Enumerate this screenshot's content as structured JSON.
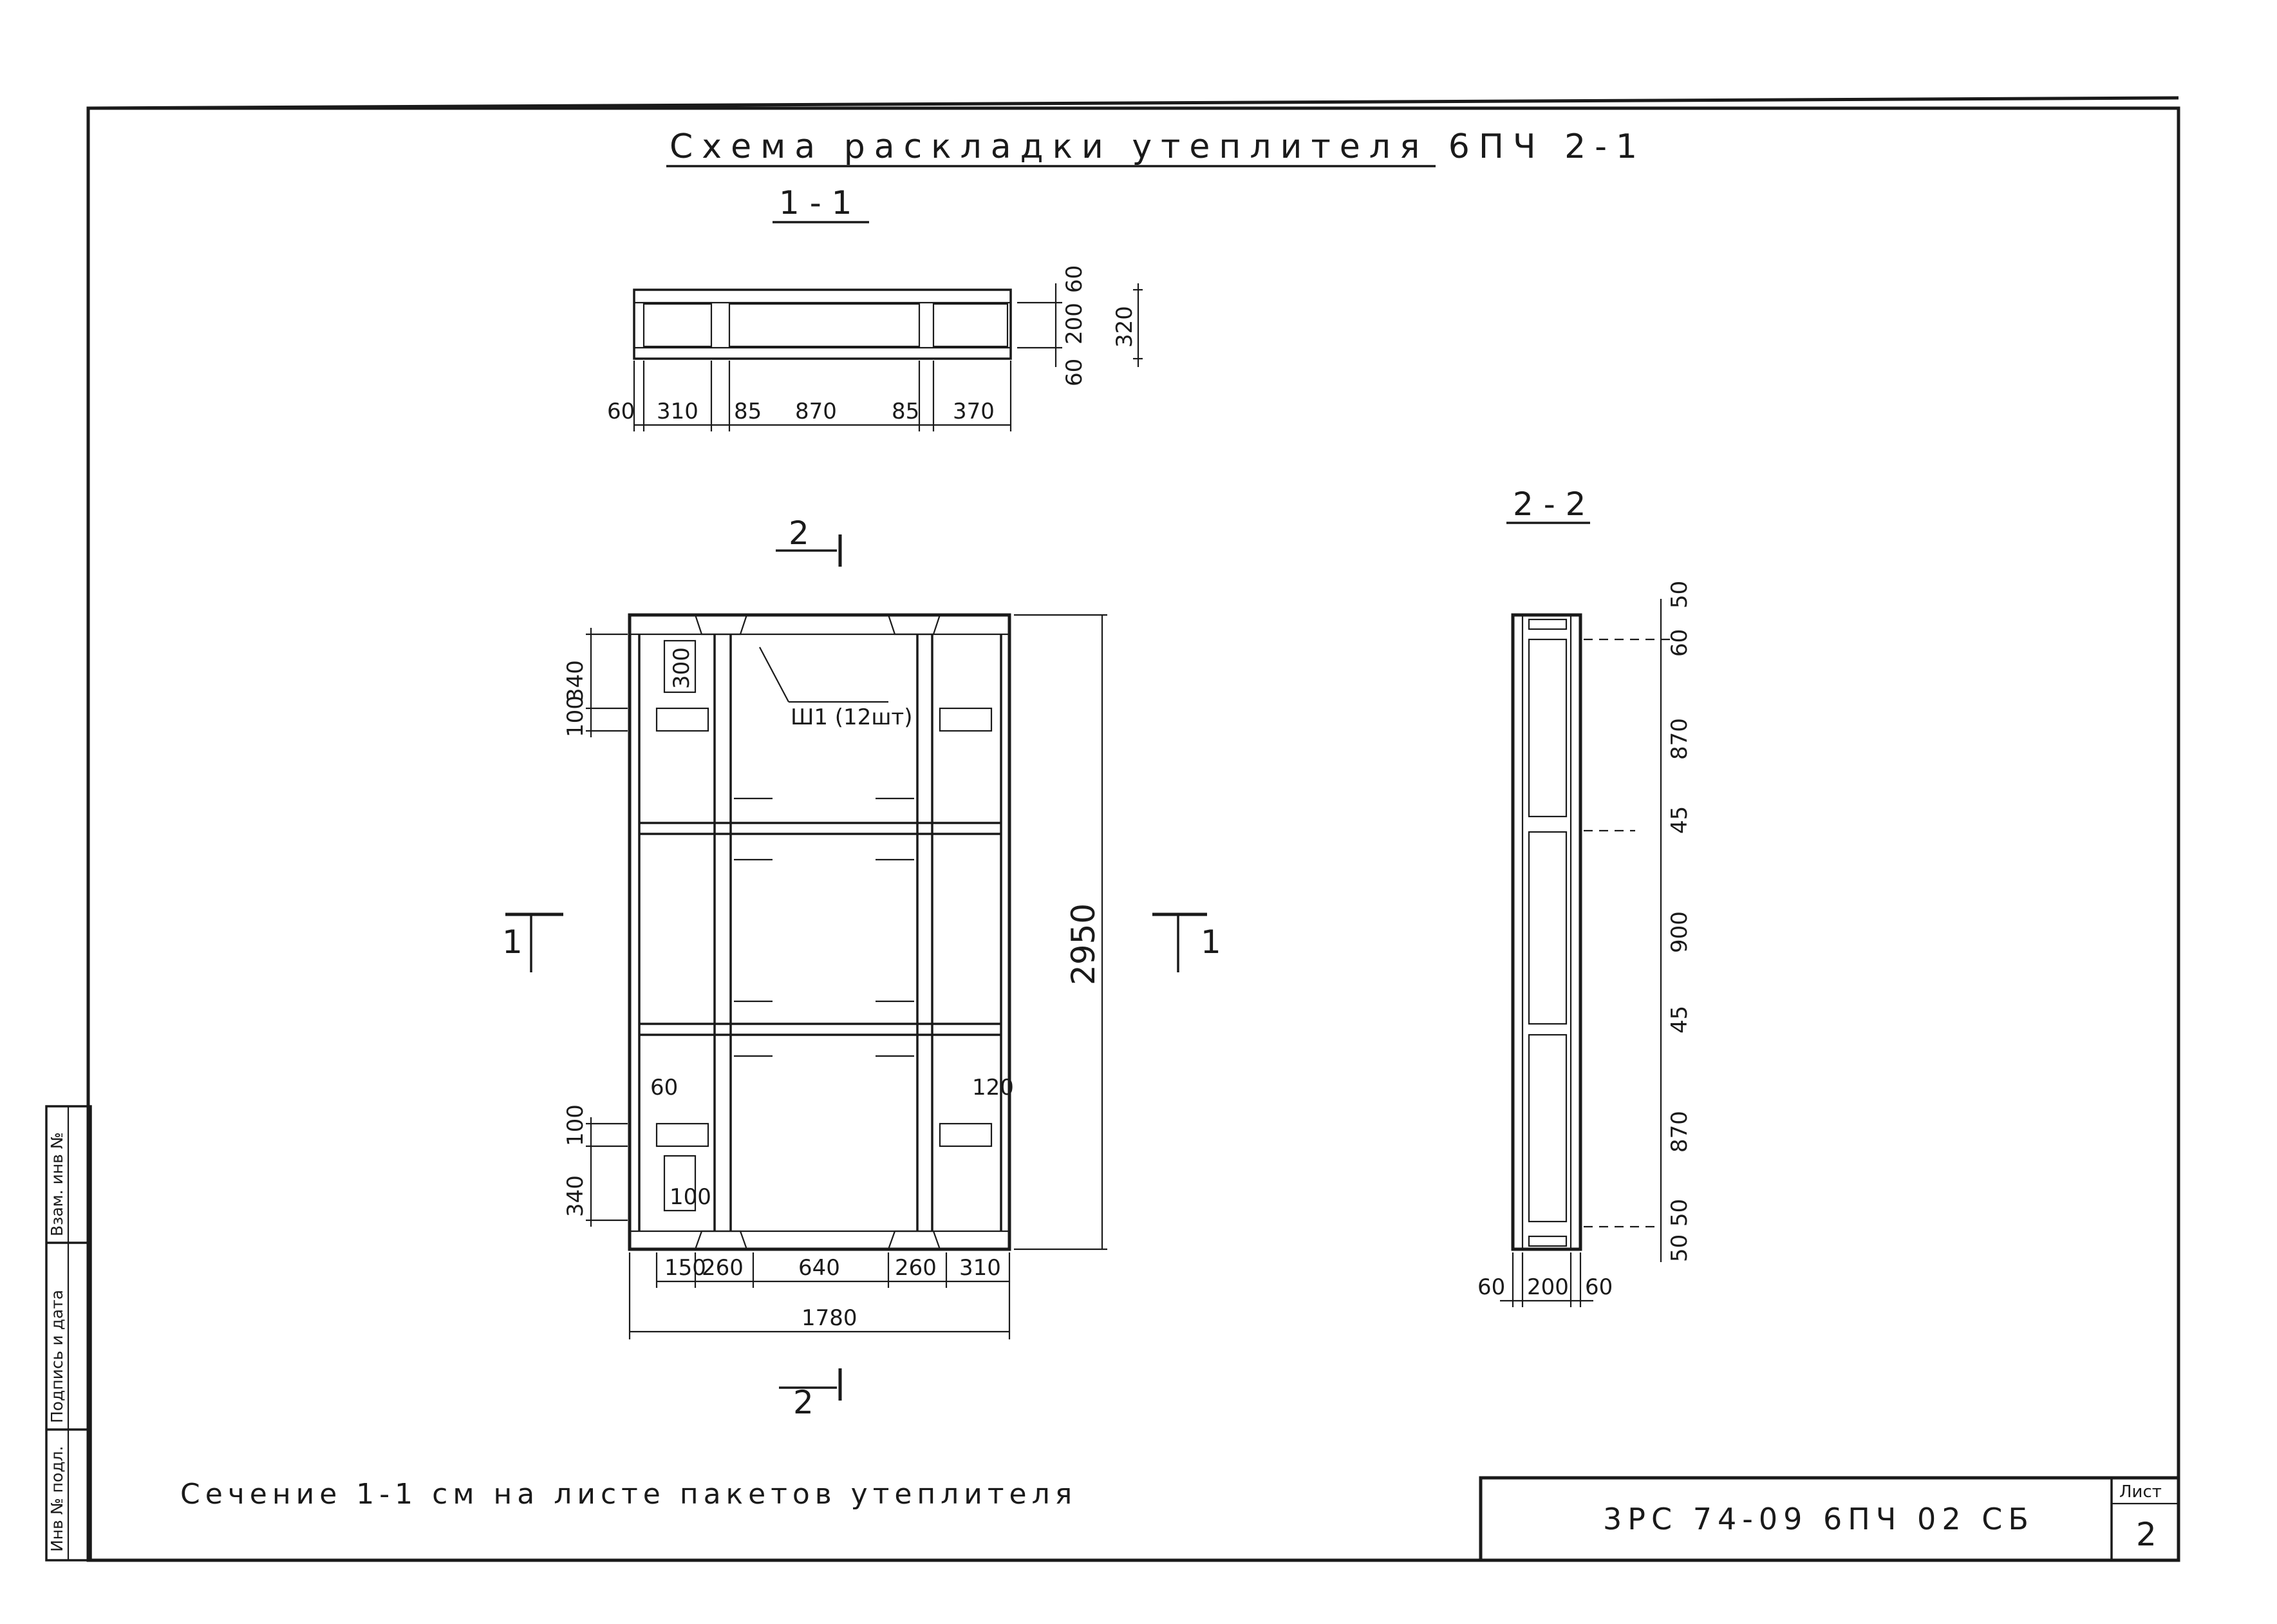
{
  "title": "Схема раскладки утеплителя 6ПЧ 2-1",
  "section_1_1": {
    "label": "1 - 1",
    "dims_bottom": [
      "60",
      "310",
      "85",
      "870",
      "85",
      "370"
    ],
    "dims_right": [
      "60",
      "200",
      "60",
      "320"
    ]
  },
  "plan": {
    "cut_mark_2": "2",
    "cut_mark_1": "1",
    "callout": "Ш1 (12шт)",
    "overall_height": "2950",
    "overall_width": "1780",
    "dims_bottom": [
      "150",
      "260",
      "640",
      "260",
      "310"
    ],
    "dims_left_top": [
      "100",
      "340"
    ],
    "dims_left_bottom": [
      "100",
      "340"
    ],
    "inner_labels": {
      "top_left_pad": "300",
      "bottom_left_60": "60",
      "bottom_left_100": "100",
      "bottom_right_120": "120"
    }
  },
  "section_2_2": {
    "label": "2 - 2",
    "dims_right": [
      "50",
      "60",
      "870",
      "45",
      "900",
      "45",
      "870",
      "50",
      "50"
    ],
    "dims_bottom": [
      "60",
      "200",
      "60"
    ]
  },
  "footer": {
    "note": "Сечение 1-1 см на листе пакетов утеплителя",
    "doc_code": "3РС 74-09 6ПЧ 02 СБ",
    "sheet_label": "Лист",
    "sheet_number": "2"
  },
  "side_stamp": [
    "Инв № подл.",
    "Подпись и дата",
    "Взам. инв №"
  ]
}
